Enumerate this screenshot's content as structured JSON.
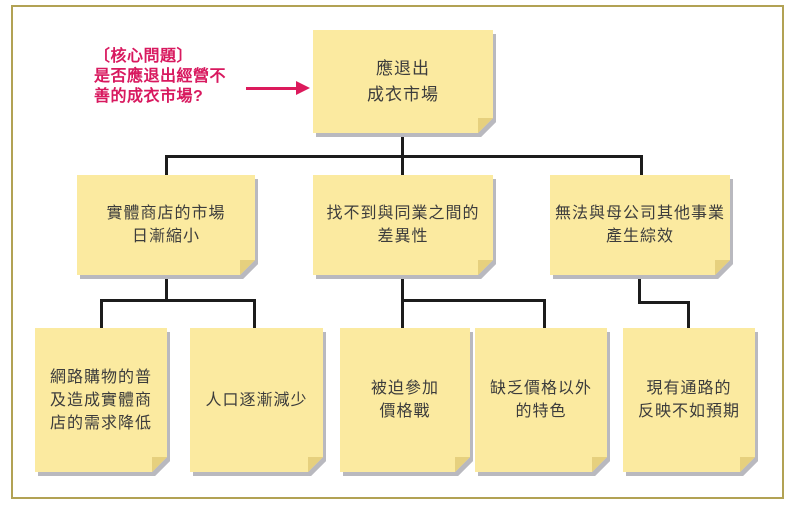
{
  "annotation": {
    "text": "〔核心問題〕\n是否應退出經營不\n善的成衣市場?"
  },
  "notes": {
    "root": {
      "text": "應退出\n成衣市場"
    },
    "cause_store_market": {
      "text": "實體商店的市場\n日漸縮小"
    },
    "cause_differentiation": {
      "text": "找不到與同業之間的\n差異性"
    },
    "cause_synergy": {
      "text": "無法與母公司其他事業\n產生綜效"
    },
    "sub_online_shopping": {
      "text": "網路購物的普\n及造成實體商\n店的需求降低"
    },
    "sub_population": {
      "text": "人口逐漸減少"
    },
    "sub_price_war": {
      "text": "被迫參加\n價格戰"
    },
    "sub_no_feature": {
      "text": "缺乏價格以外\n的特色"
    },
    "sub_channel_response": {
      "text": "現有通路的\n反映不如預期"
    }
  },
  "colors": {
    "sticky_note_fill": "#fbeaa0",
    "sticky_note_fold": "#e6d07e",
    "note_shadow": "#b9b9bf",
    "accent_pink": "#dc1a5c",
    "connector_black": "#1c1c1c",
    "frame_gold": "#b2a254",
    "note_text": "#3c3c3c"
  }
}
